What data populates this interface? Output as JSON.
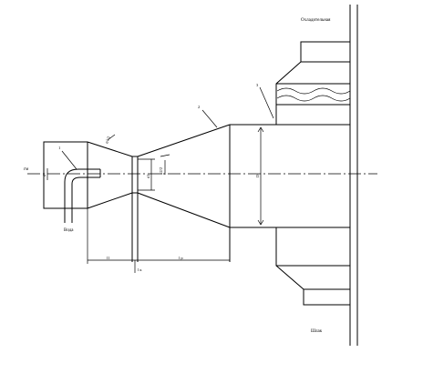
{
  "labels": {
    "top_right": "Охладительная",
    "bottom_right": "Шлак",
    "left_axis": "гм",
    "water": "Вода",
    "callout_1": "1",
    "callout_2": "2",
    "callout_3": "3",
    "angle_small": "α1/2",
    "angle_large": "α2/2",
    "dim_d": "d",
    "dim_d1": "d1",
    "dim_D": "D",
    "dim_l1": "l1",
    "dim_lp": "l р",
    "dim_lk": "l к"
  }
}
